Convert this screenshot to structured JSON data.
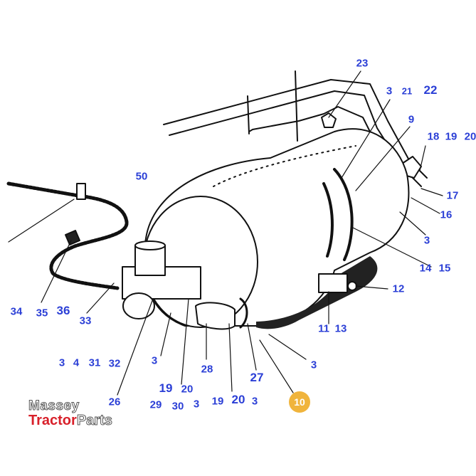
{
  "colors": {
    "callout_text": "#2b3fd6",
    "highlight_badge": "#f0b43c",
    "line_art": "#111111",
    "brand_red": "#d8202a"
  },
  "brand": {
    "line1": "Massey",
    "line2_a": "Tractor",
    "line2_b": "Parts"
  },
  "callouts": {
    "c23": "23",
    "c3a": "3",
    "c21": "21",
    "c22": "22",
    "c9": "9",
    "c18": "18",
    "c19a": "19",
    "c20a": "20",
    "c50": "50",
    "c17": "17",
    "c16": "16",
    "c3b": "3",
    "c14": "14",
    "c15": "15",
    "c12": "12",
    "c34": "34",
    "c35": "35",
    "c36": "36",
    "c33": "33",
    "c11": "11",
    "c13": "13",
    "c3c": "3",
    "c4": "4",
    "c31": "31",
    "c32": "32",
    "c3d": "3",
    "c3e": "3",
    "c28": "28",
    "c19b": "19",
    "c20b": "20",
    "c27": "27",
    "c26": "26",
    "c29": "29",
    "c30": "30",
    "c3f": "3",
    "c19c": "19",
    "c20c": "20",
    "c3g": "3",
    "c10": "10"
  }
}
